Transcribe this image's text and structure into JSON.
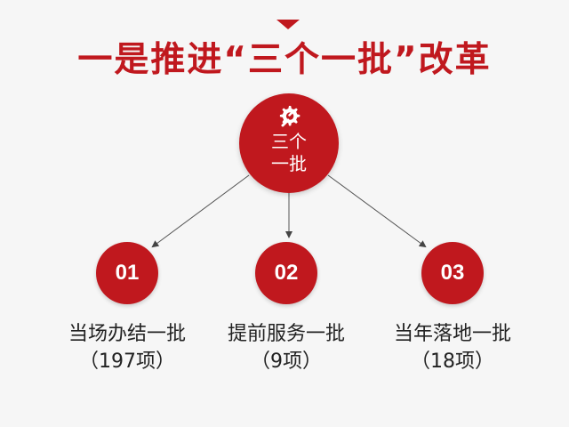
{
  "title": "一是推进“三个一批”改革",
  "center": {
    "label": "三个\n一批",
    "icon": "gear-wrench-icon"
  },
  "items": [
    {
      "number": "01",
      "label": "当场办结一批",
      "count": "（197项）"
    },
    {
      "number": "02",
      "label": "提前服务一批",
      "count": "（9项）"
    },
    {
      "number": "03",
      "label": "当年落地一批",
      "count": "（18项）"
    }
  ],
  "colors": {
    "accent": "#c0181e",
    "text": "#222222",
    "background": "#f6f6f6",
    "connector": "#555555"
  }
}
